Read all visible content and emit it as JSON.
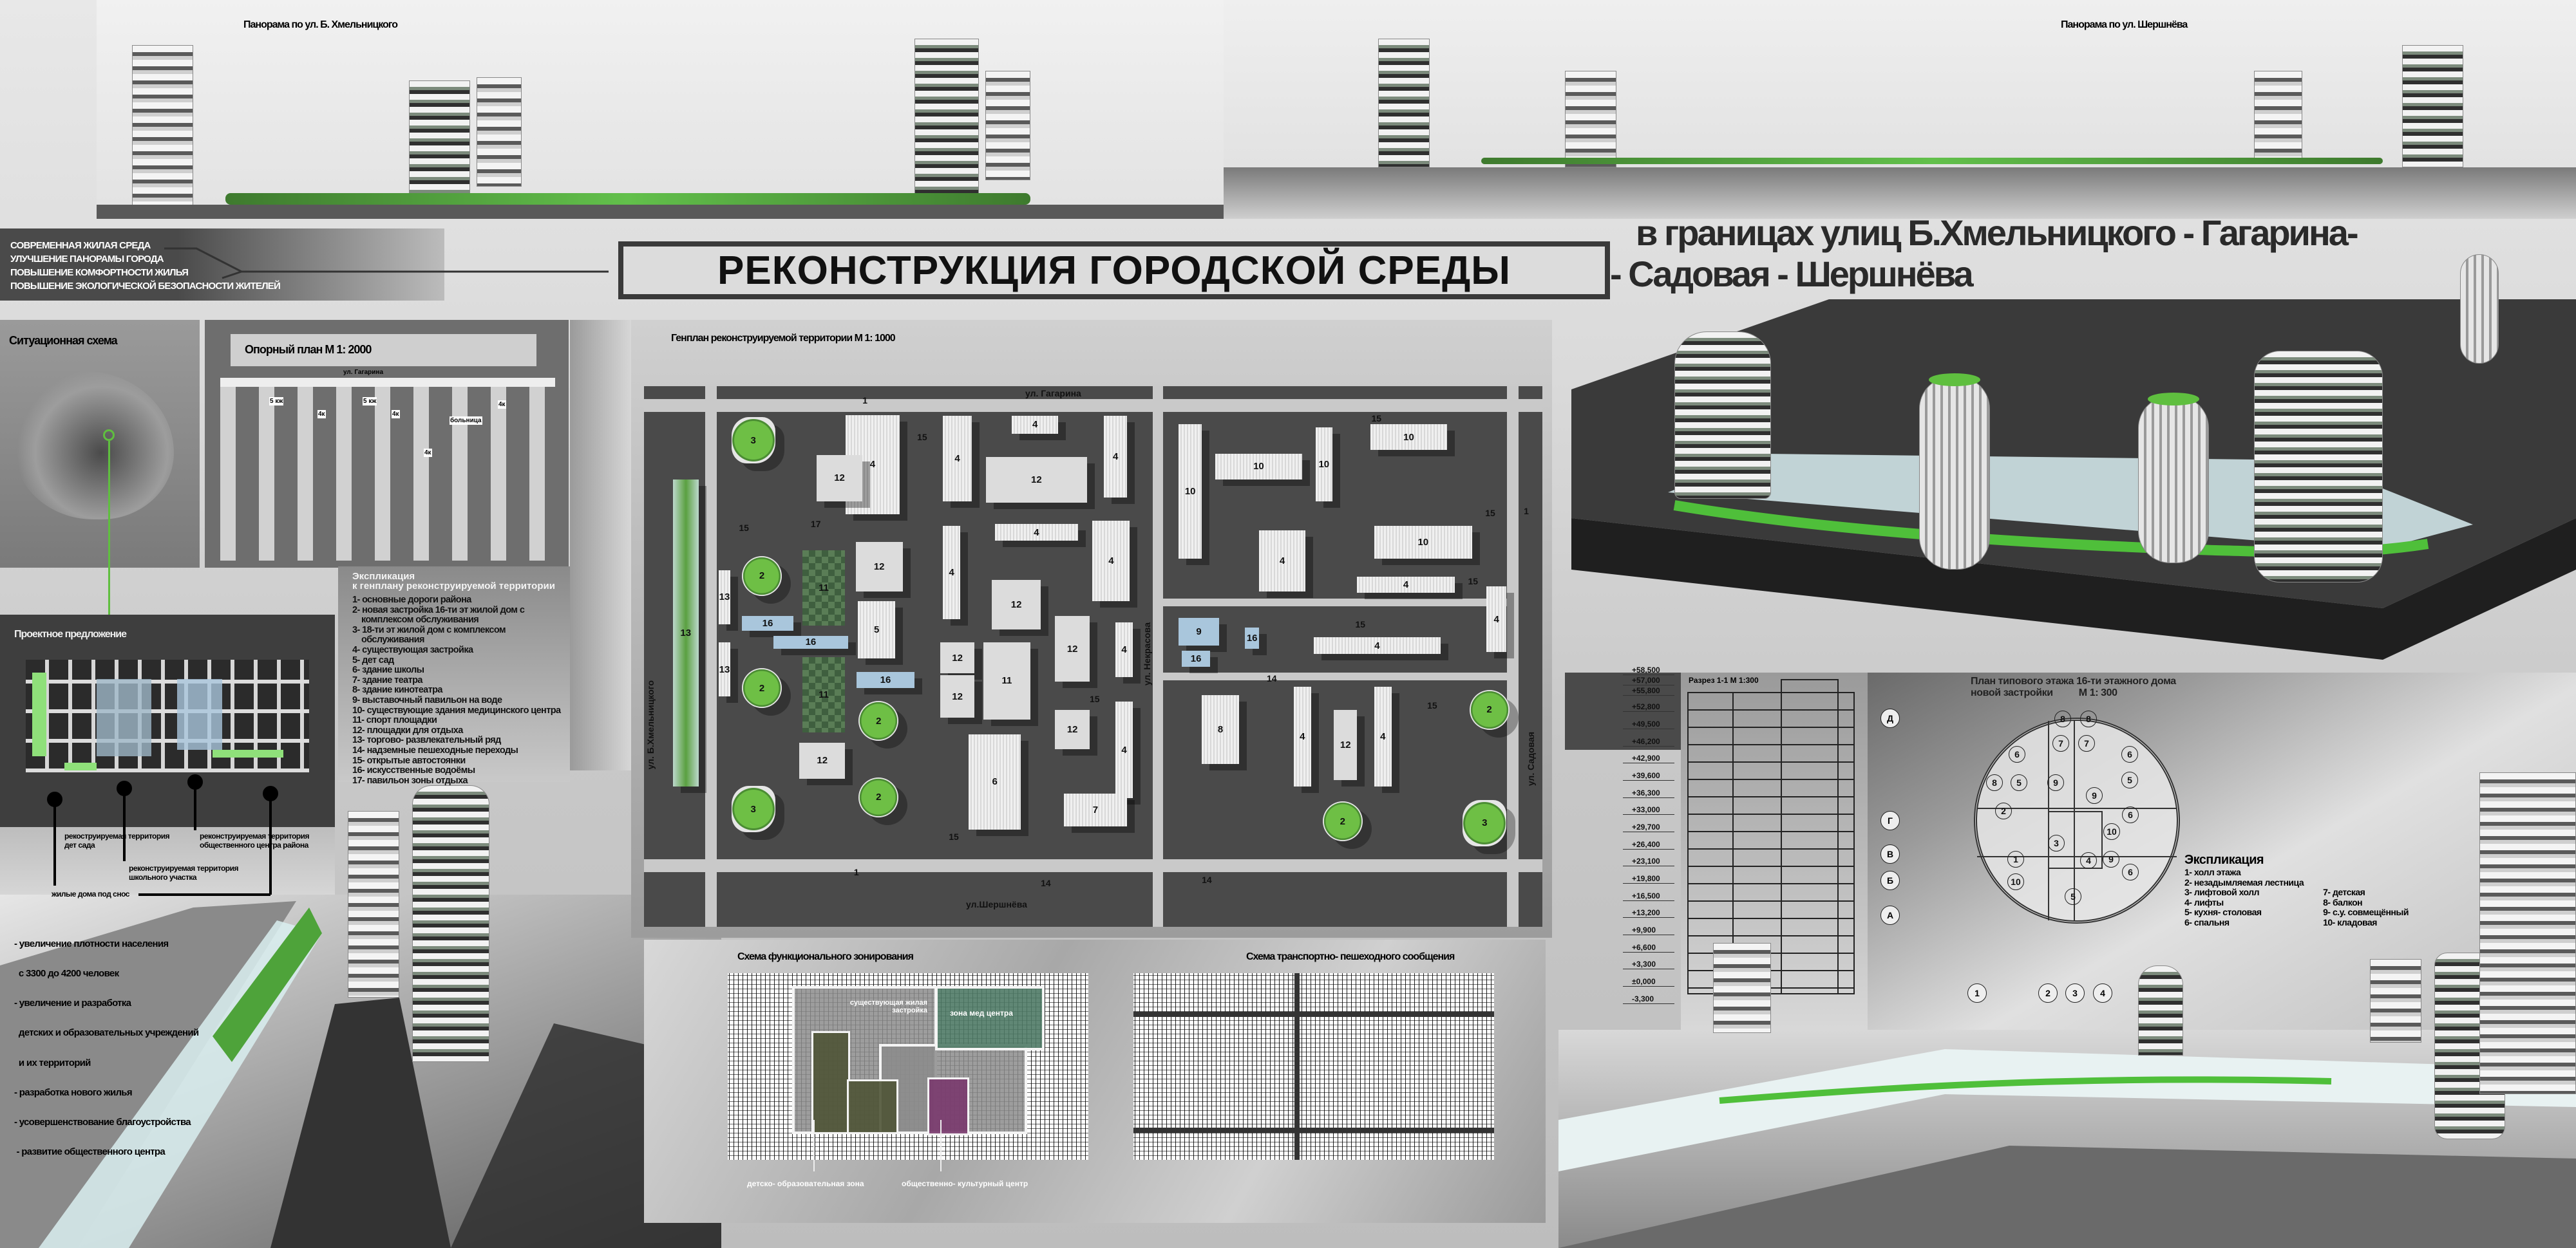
{
  "panoramas": {
    "left_label": "Панорама по ул. Б. Хмельницкого",
    "right_label": "Панорама по ул. Шершнёва"
  },
  "goals": [
    "СОВРЕМЕННАЯ ЖИЛАЯ СРЕДА",
    "УЛУЧШЕНИЕ ПАНОРАМЫ ГОРОДА",
    "ПОВЫШЕНИЕ КОМФОРТНОСТИ ЖИЛЬЯ",
    "ПОВЫШЕНИЕ ЭКОЛОГИЧЕСКОЙ БЕЗОПАСНОСТИ ЖИТЕЛЕЙ"
  ],
  "title": "РЕКОНСТРУКЦИЯ ГОРОДСКОЙ СРЕДЫ",
  "subtitle": {
    "line1": "в границах  улиц  Б.Хмельницкого -  Гагарина-",
    "line2": "- Садовая -  Шершнёва"
  },
  "situational": {
    "title": "Ситуационная схема"
  },
  "support_plan": {
    "title": "Опорный план М 1: 2000",
    "street": "ул. Гагарина",
    "tags": [
      "5 кж",
      "5 кж",
      "4к",
      "4к",
      "4к",
      "4к",
      "больница"
    ]
  },
  "genplan_explication": {
    "title_line1": "Экспликация",
    "title_line2": "к генплану реконструируемой территории",
    "items": [
      "1- основные дороги района",
      "2- новая застройка 16-ти эт жилой дом с комплексом обслуживания",
      "3- 18-ти эт жилой дом с комплексом обслуживания",
      "4- существующая застройка",
      "5- дет сад",
      "6- здание школы",
      "7- здание театра",
      "8- здание кинотеатра",
      "9- выставочный павильон на воде",
      "10- существующие здания медицинского центра",
      "11- спорт площадки",
      "12- площадки для отдыха",
      "13- торгово- развлекательный ряд",
      "14- надземные пешеходные переходы",
      "15- открытые автостоянки",
      "16- искусственные водоёмы",
      "17- павильон зоны отдыха"
    ]
  },
  "proposal": {
    "title": "Проектное предложение",
    "callouts": [
      "рекоструируемая территория дет сада",
      "реконструируемая территория школьного участка",
      "реконструируемая территория общественного центра района",
      "жилые дома под снос"
    ]
  },
  "outcomes": [
    "- увеличение плотности населения",
    "  с 3300 до 4200 человек",
    "- увеличение и разработка",
    "  детских и образовательных учреждений",
    "  и их территорий",
    "- разработка нового жилья",
    "- усовершенствование благоустройства",
    " - развитие общественного центра"
  ],
  "genplan": {
    "title": "Генплан реконструируемой территории М 1: 1000",
    "streets": {
      "north": "ул. Гагарина",
      "south": "ул.Шершнёва",
      "middle": "ул. Некрасова",
      "east": "ул. Садовая",
      "west": "ул. Б.Хмельницкого"
    },
    "labels": [
      "4",
      "12",
      "4",
      "12",
      "4",
      "4",
      "10",
      "10",
      "10",
      "10",
      "10",
      "4",
      "4",
      "4",
      "12",
      "12",
      "5",
      "4",
      "4",
      "4",
      "4",
      "12",
      "4",
      "12",
      "12",
      "11",
      "9",
      "16",
      "16",
      "12",
      "4",
      "8",
      "4",
      "12",
      "4",
      "6",
      "7",
      "12",
      "11",
      "11",
      "13",
      "13",
      "13",
      "16",
      "16",
      "16",
      "15",
      "15",
      "15",
      "15",
      "15",
      "15",
      "15",
      "15",
      "15",
      "14",
      "14",
      "14",
      "1",
      "1",
      "1",
      "17",
      "2",
      "2",
      "2",
      "2",
      "2",
      "2",
      "3",
      "3",
      "3"
    ]
  },
  "zoning": {
    "title": "Схема функционального зонирования",
    "zones": [
      "существующая жилая застройка",
      "зона мед центра",
      "детско- образовательная зона",
      "общественно- культурный центр"
    ],
    "colors": {
      "residential": "#8f8f8f",
      "medical": "#4f7a66",
      "education": "#4f5436",
      "cultural": "#7a3a6e"
    }
  },
  "transport": {
    "title": "Схема транспортно- пешеходного сообщения"
  },
  "section": {
    "title": "Разрез 1-1 М 1:300",
    "elevations": [
      "+58,500",
      "+57,000",
      "+55,800",
      "+52,800",
      "+49,500",
      "+46,200",
      "+42,900",
      "+39,600",
      "+36,300",
      "+33,000",
      "+29,700",
      "+26,400",
      "+23,100",
      "+19,800",
      "+16,500",
      "+13,200",
      "+9,900",
      "+6,600",
      "+3,300",
      "±0,000",
      "-3,300"
    ]
  },
  "floor_plan": {
    "title_line1": "План типового этажа 16-ти этажного дома",
    "title_line2": "новой застройки",
    "scale": "М 1: 300",
    "rooms": [
      "8",
      "8",
      "7",
      "7",
      "6",
      "6",
      "8",
      "5",
      "9",
      "5",
      "9",
      "2",
      "6",
      "10",
      "3",
      "1",
      "4",
      "9",
      "6",
      "10",
      "5"
    ],
    "axes_letters": [
      "Д",
      "Г",
      "В",
      "Б",
      "А"
    ],
    "axes_numbers": [
      "1",
      "2",
      "3",
      "4"
    ]
  },
  "apartment_explication": {
    "title": "Экспликация",
    "items_left": [
      "1- холл этажа",
      "2- незадымляемая лестница",
      "3- лифтовой холл",
      "4- лифты",
      "5- кухня- столовая",
      "6- спальня"
    ],
    "items_right": [
      "7- детская",
      "8- балкон",
      "9- с.у. совмещённый",
      "10- кладовая"
    ]
  },
  "colors": {
    "accent_green": "#5fbf3f",
    "dark_panel": "#4a4a4a",
    "title_bar": "#3a3a3a"
  }
}
